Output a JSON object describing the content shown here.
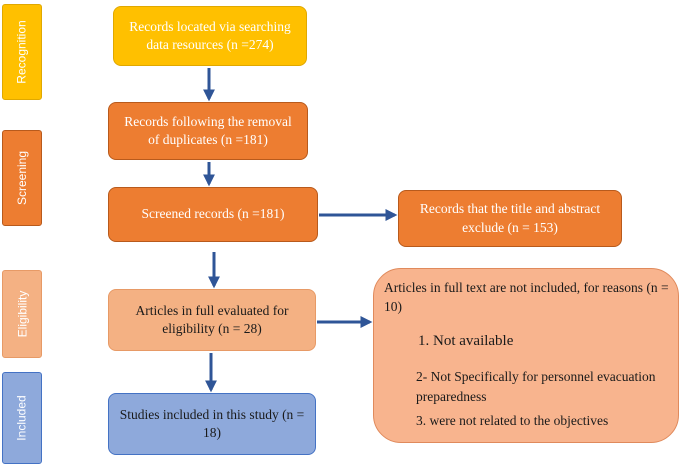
{
  "stages": {
    "recognition": "Recognition",
    "screening": "Screening",
    "eligibility": "Eligibility",
    "included": "Included"
  },
  "boxes": {
    "identified": "Records located via searching data resources (n =274)",
    "after_duplicates": "Records following the removal of duplicates (n =181)",
    "screened": "Screened records (n =181)",
    "excluded_title_abstract": "Records that the title and abstract exclude (n = 153)",
    "full_text_assessed": "Articles in full evaluated for eligibility (n = 28)",
    "included": "Studies included in this study (n = 18)"
  },
  "exclusions": {
    "heading": "Articles in full text are not included, for reasons (n = 10)",
    "reason_1": "1.   Not available",
    "reason_2": "2- Not Specifically for personnel evacuation preparedness",
    "reason_3": "3. were not related to the objectives"
  },
  "colors": {
    "yellow": "#ffc000",
    "orange": "#ed7d31",
    "peach": "#f4b183",
    "blue": "#8ea9db",
    "arrow": "#2f5597"
  }
}
